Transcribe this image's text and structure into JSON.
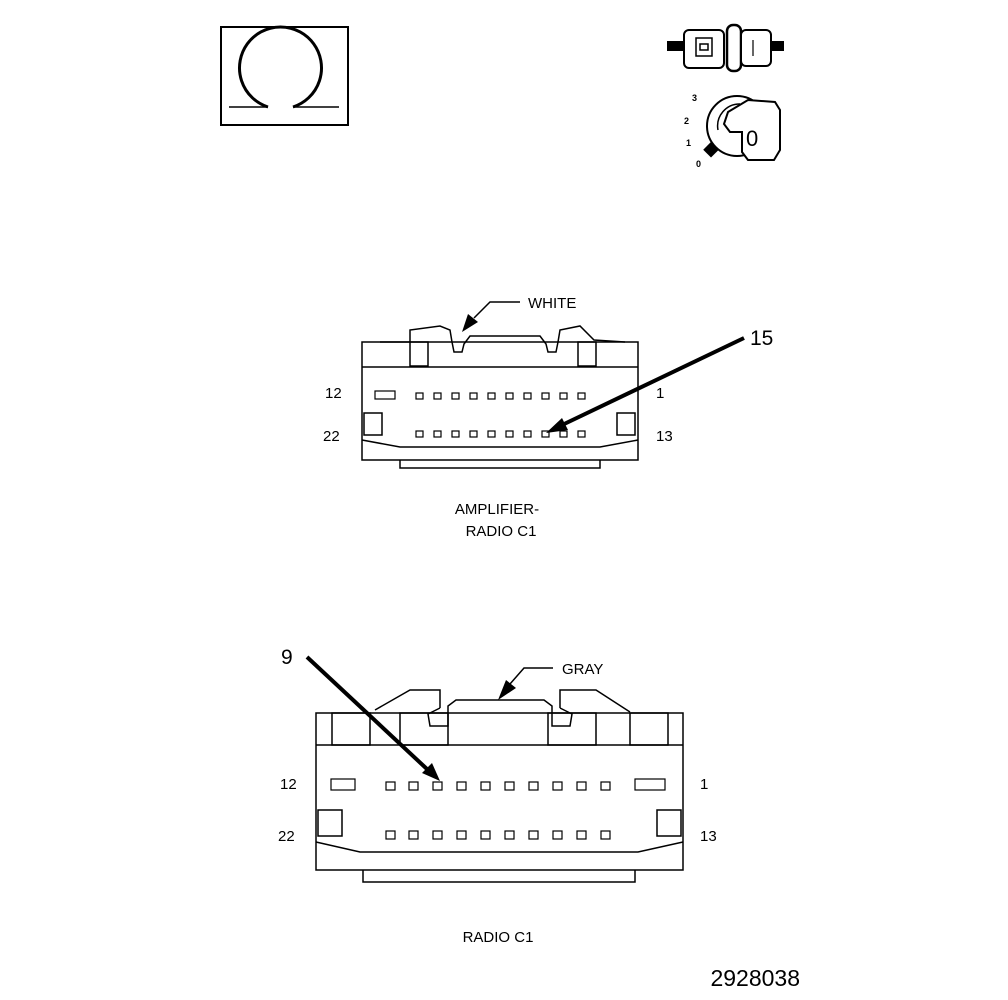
{
  "diagram": {
    "ohm_icon": "ohm-symbol-icon",
    "connector_icon": "inline-connector-icon",
    "key_icon": "ignition-key-icon",
    "key_positions": [
      "3",
      "2",
      "1",
      "0"
    ],
    "key_label": "0",
    "amplifier": {
      "color_label": "WHITE",
      "callout": "15",
      "pin_top_left": "12",
      "pin_top_right": "1",
      "pin_bottom_left": "22",
      "pin_bottom_right": "13",
      "title_line1": "AMPLIFIER-",
      "title_line2": "RADIO C1"
    },
    "radio": {
      "color_label": "GRAY",
      "callout": "9",
      "pin_top_left": "12",
      "pin_top_right": "1",
      "pin_bottom_left": "22",
      "pin_bottom_right": "13",
      "title": "RADIO C1"
    },
    "figure_number": "2928038"
  }
}
